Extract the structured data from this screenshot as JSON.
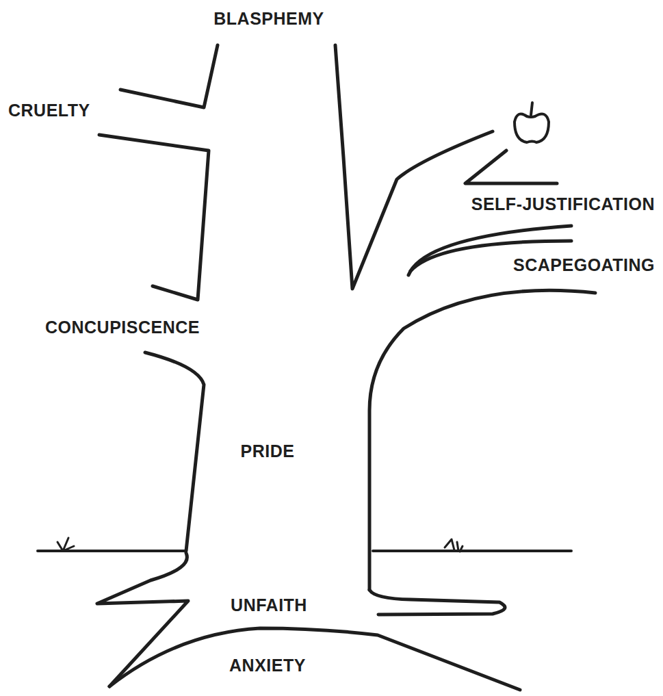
{
  "diagram": {
    "labels": [
      "BLASPHEMY",
      "CRUELTY",
      "SELF-JUSTIFICATION",
      "SCAPEGOATING",
      "CONCUPISCENCE",
      "PRIDE",
      "UNFAITH",
      "ANXIETY"
    ]
  }
}
